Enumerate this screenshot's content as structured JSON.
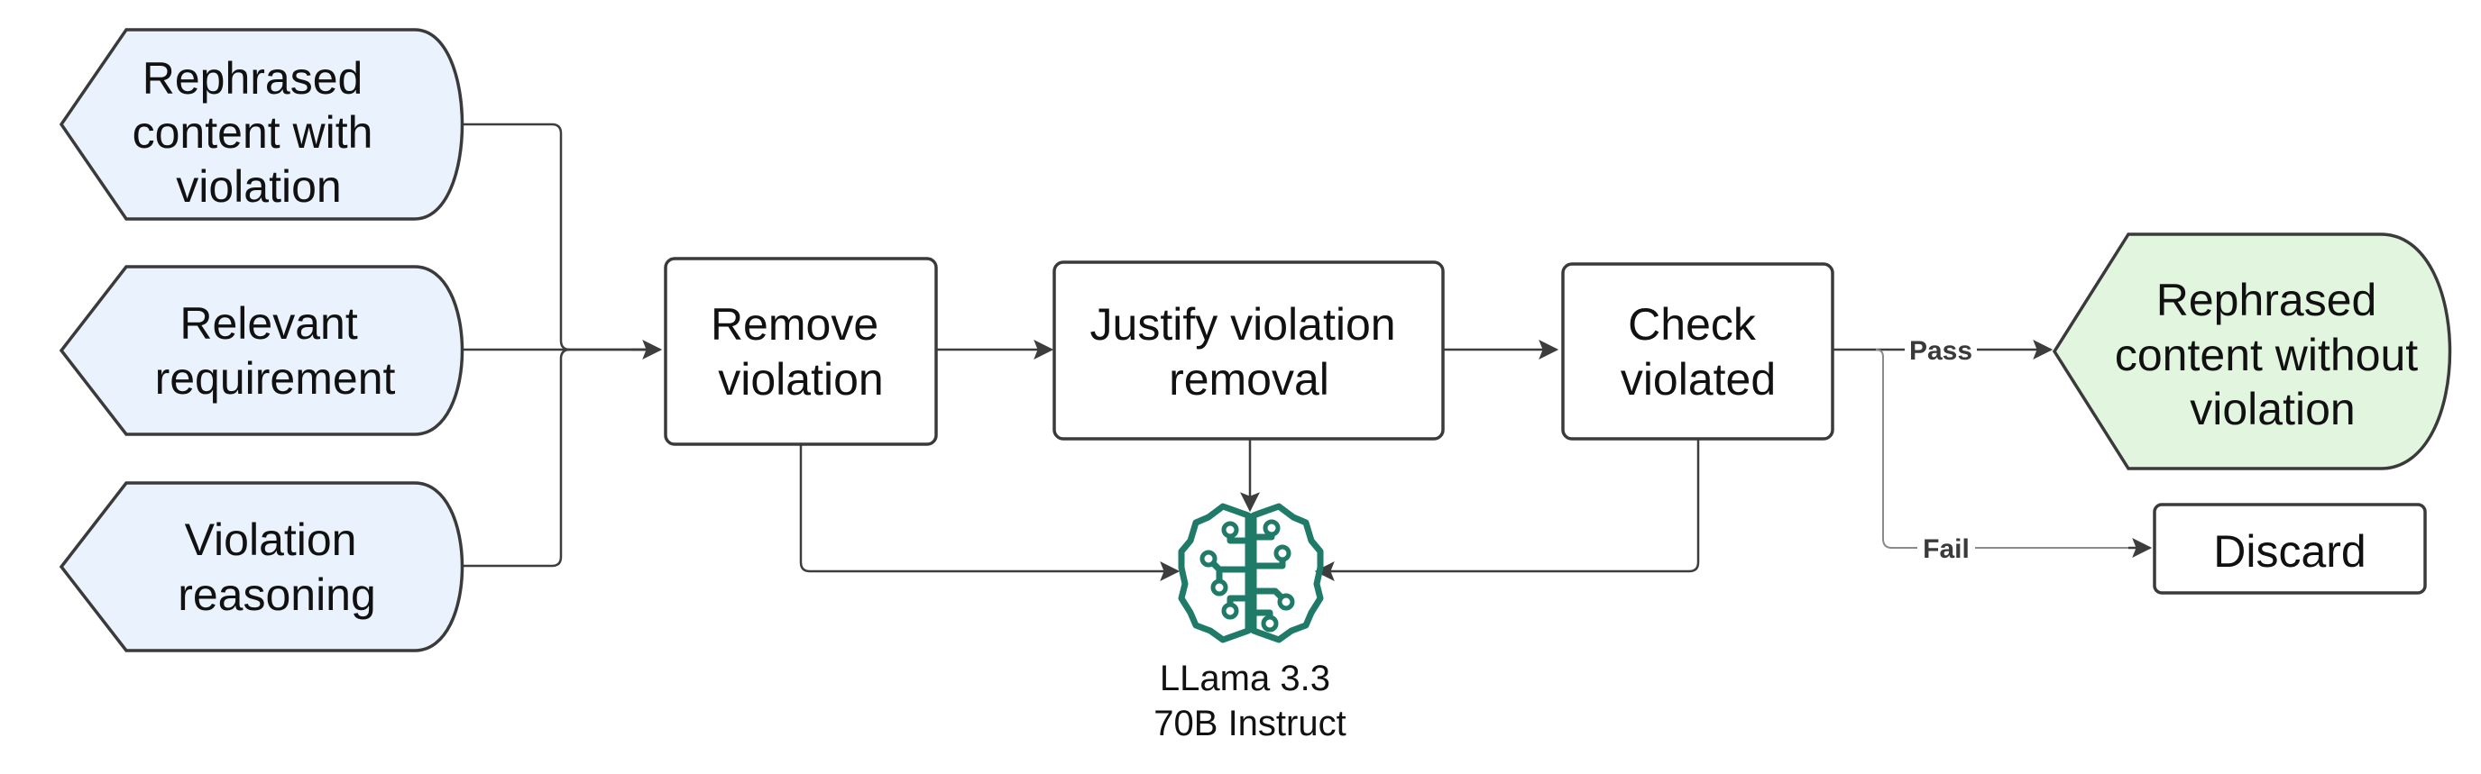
{
  "colors": {
    "input_fill": "#eaf3fd",
    "output_fill": "#e2f6df",
    "model_icon": "#1f7a68",
    "stroke": "#3a3a3a"
  },
  "inputs": [
    {
      "lines": [
        "Rephrased",
        "content with",
        "violation"
      ]
    },
    {
      "lines": [
        "Relevant",
        "requirement"
      ]
    },
    {
      "lines": [
        "Violation",
        "reasoning"
      ]
    }
  ],
  "steps": [
    {
      "lines": [
        "Remove",
        "violation"
      ]
    },
    {
      "lines": [
        "Justify violation",
        "removal"
      ]
    },
    {
      "lines": [
        "Check",
        "violated"
      ]
    }
  ],
  "output": {
    "lines": [
      "Rephrased",
      "content without",
      "violation"
    ]
  },
  "discard": {
    "label": "Discard"
  },
  "edge_labels": {
    "pass": "Pass",
    "fail": "Fail"
  },
  "model": {
    "icon": "brain-circuit-icon",
    "lines": [
      "LLama 3.3",
      "70B Instruct"
    ]
  }
}
